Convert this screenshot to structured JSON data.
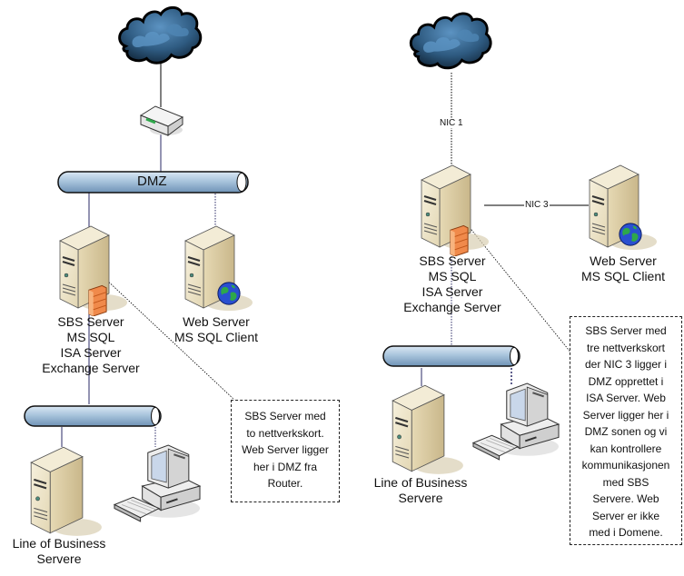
{
  "left_diagram": {
    "internet_icon": "cloud-icon",
    "router_icon": "router-icon",
    "dmz_network_label": "DMZ",
    "sbs_server": {
      "icon": "server-firewall-icon",
      "label_lines": [
        "SBS Server",
        "MS SQL",
        "ISA Server",
        "Exchange Server"
      ]
    },
    "web_server": {
      "icon": "web-server-icon",
      "label_lines": [
        "Web Server",
        "MS SQL Client"
      ]
    },
    "lob_server": {
      "icon": "server-icon",
      "label_lines": [
        "Line of Business",
        "Servere"
      ]
    },
    "workstation_icon": "workstation-icon",
    "note_lines": [
      "SBS Server med",
      "to nettverkskort.",
      "Web Server ligger",
      "her i DMZ fra",
      "Router."
    ]
  },
  "right_diagram": {
    "internet_icon": "cloud-icon",
    "nic1_label": "NIC 1",
    "nic3_label": "NIC 3",
    "sbs_server": {
      "icon": "server-firewall-icon",
      "label_lines": [
        "SBS Server",
        "MS SQL",
        "ISA Server",
        "Exchange Server"
      ]
    },
    "web_server": {
      "icon": "web-server-icon",
      "label_lines": [
        "Web Server",
        "MS SQL Client"
      ]
    },
    "lob_server": {
      "icon": "server-icon",
      "label_lines": [
        "Line of Business",
        "Servere"
      ]
    },
    "workstation_icon": "workstation-icon",
    "note_lines": [
      "SBS Server med",
      "tre nettverkskort",
      "der NIC 3 ligger i",
      "DMZ opprettet i",
      "ISA Server. Web",
      "Server ligger her i",
      "DMZ sonen og vi",
      "kan kontrollere",
      "kommunikasjonen",
      "med SBS",
      "Servere. Web",
      "Server er ikke",
      "med i Domene."
    ]
  },
  "colors": {
    "cloud_dark": "#1f3a55",
    "cloud_light": "#4f86b4",
    "pipe_fill": "#a9c4dc",
    "server_body": "#ece3c8",
    "server_side": "#d8c9a2",
    "firewall": "#f08a4b",
    "globe_blue": "#2a4fd0",
    "globe_green": "#2ea84a",
    "line": "#2a2a66"
  }
}
